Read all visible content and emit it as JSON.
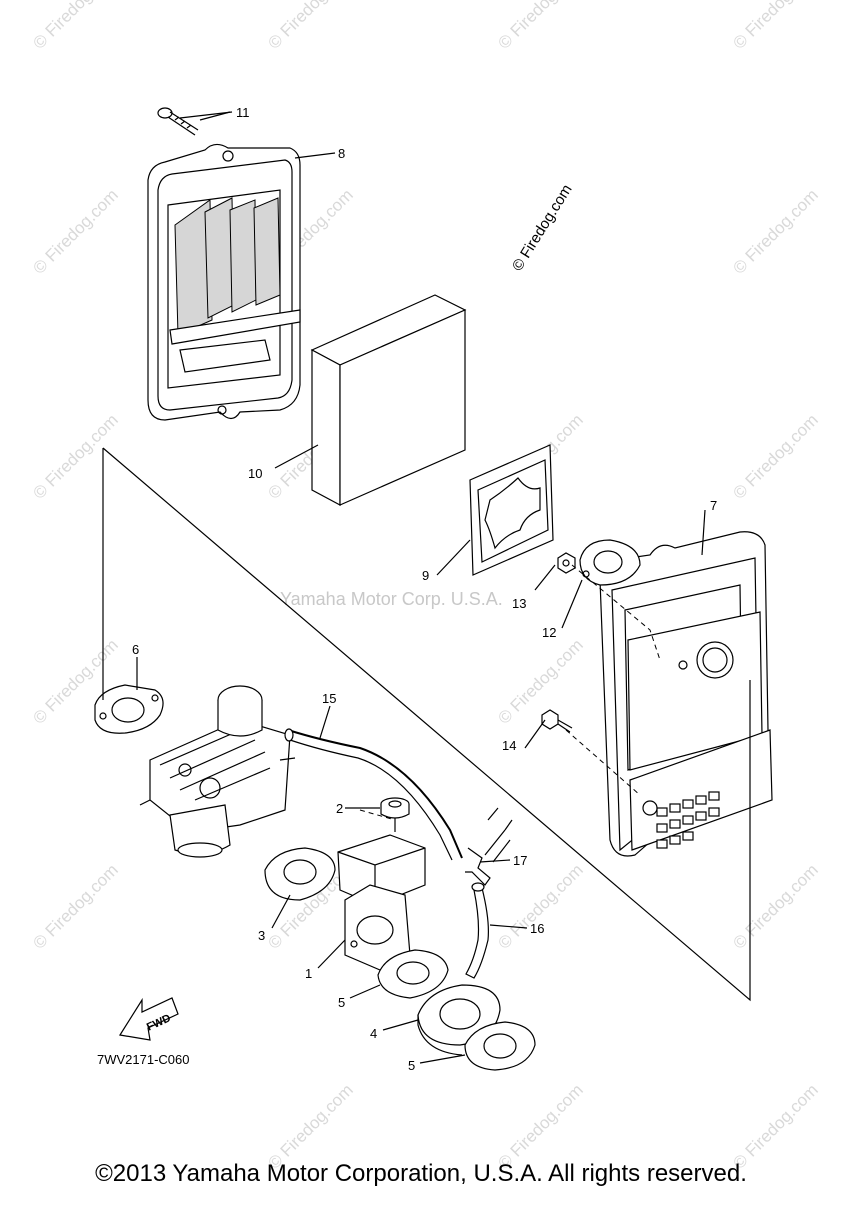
{
  "watermark": {
    "text": "© Firedog.com",
    "center_text": "Yamaha Motor Corp. U.S.A."
  },
  "diagram_code": "7WV2171-C060",
  "fwd_label": "FWD",
  "callouts": {
    "n1": "1",
    "n2": "2",
    "n3": "3",
    "n4": "4",
    "n5a": "5",
    "n5b": "5",
    "n6": "6",
    "n7": "7",
    "n8": "8",
    "n9": "9",
    "n10": "10",
    "n11": "11",
    "n12": "12",
    "n13": "13",
    "n14": "14",
    "n15": "15",
    "n16": "16",
    "n17": "17"
  },
  "copyright": "©2013 Yamaha Motor Corporation, U.S.A. All rights reserved."
}
